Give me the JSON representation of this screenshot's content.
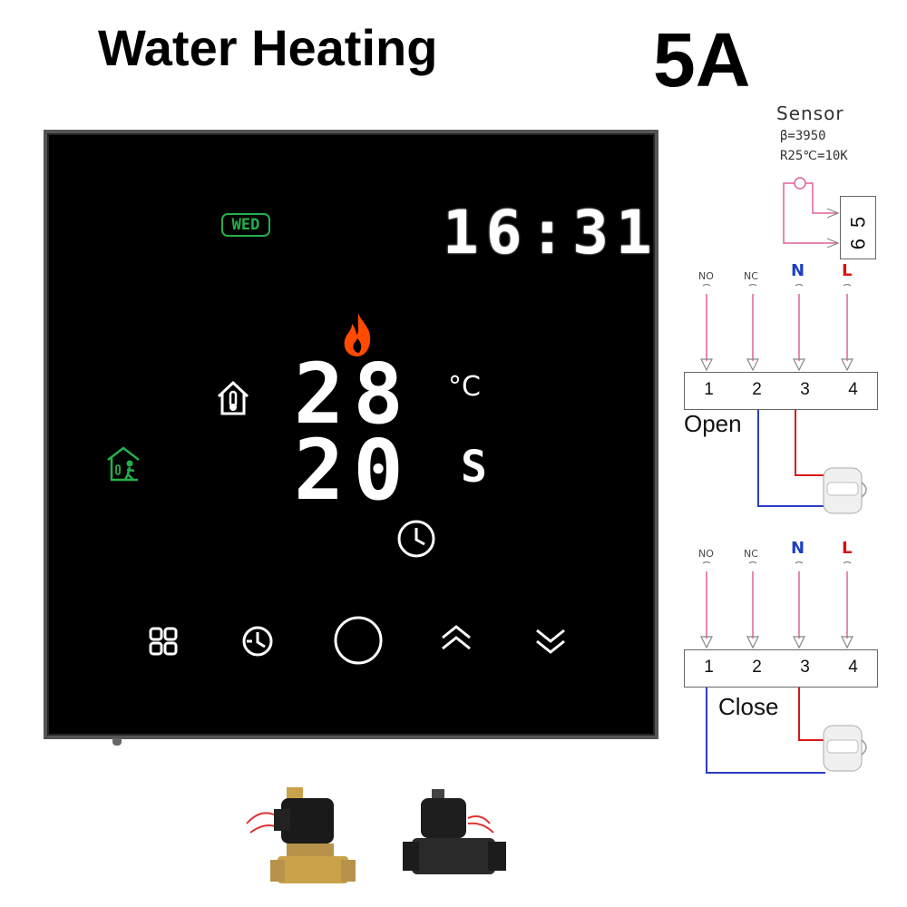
{
  "header": {
    "title": "Water Heating",
    "rating": "5A"
  },
  "display": {
    "day": "WED",
    "clock": "16:31",
    "current_temp": "28",
    "current_unit": "°C",
    "set_value": "20",
    "set_unit": "S",
    "heating_icon": "flame-icon",
    "room_icon": "home-thermometer-icon",
    "mode_icon": "home-person-icon",
    "timer_icon": "clock-icon",
    "colors": {
      "green": "#23b04a",
      "flame": "#ff4a00",
      "panel": "#000000",
      "led": "#ffffff"
    }
  },
  "buttons": [
    {
      "name": "menu-button",
      "icon": "grid-icon"
    },
    {
      "name": "schedule-button",
      "icon": "clock-icon"
    },
    {
      "name": "power-button",
      "icon": "power-ring-icon"
    },
    {
      "name": "up-button",
      "icon": "chevron-double-up-icon"
    },
    {
      "name": "down-button",
      "icon": "chevron-double-down-icon"
    }
  ],
  "sensor": {
    "title": "Sensor",
    "beta": "β=3950",
    "r25": "R25℃=10K",
    "terminals": [
      "5",
      "6"
    ]
  },
  "wiring": [
    {
      "caption": "Open",
      "labels": [
        "NO",
        "NC",
        "N",
        "L"
      ],
      "terminals": [
        "1",
        "2",
        "3",
        "4"
      ]
    },
    {
      "caption": "Close",
      "labels": [
        "NO",
        "NC",
        "N",
        "L"
      ],
      "terminals": [
        "1",
        "2",
        "3",
        "4"
      ]
    }
  ],
  "colors": {
    "wire_pink": "#e0609a",
    "wire_red": "#d81818",
    "wire_blue": "#2a3cc8"
  }
}
